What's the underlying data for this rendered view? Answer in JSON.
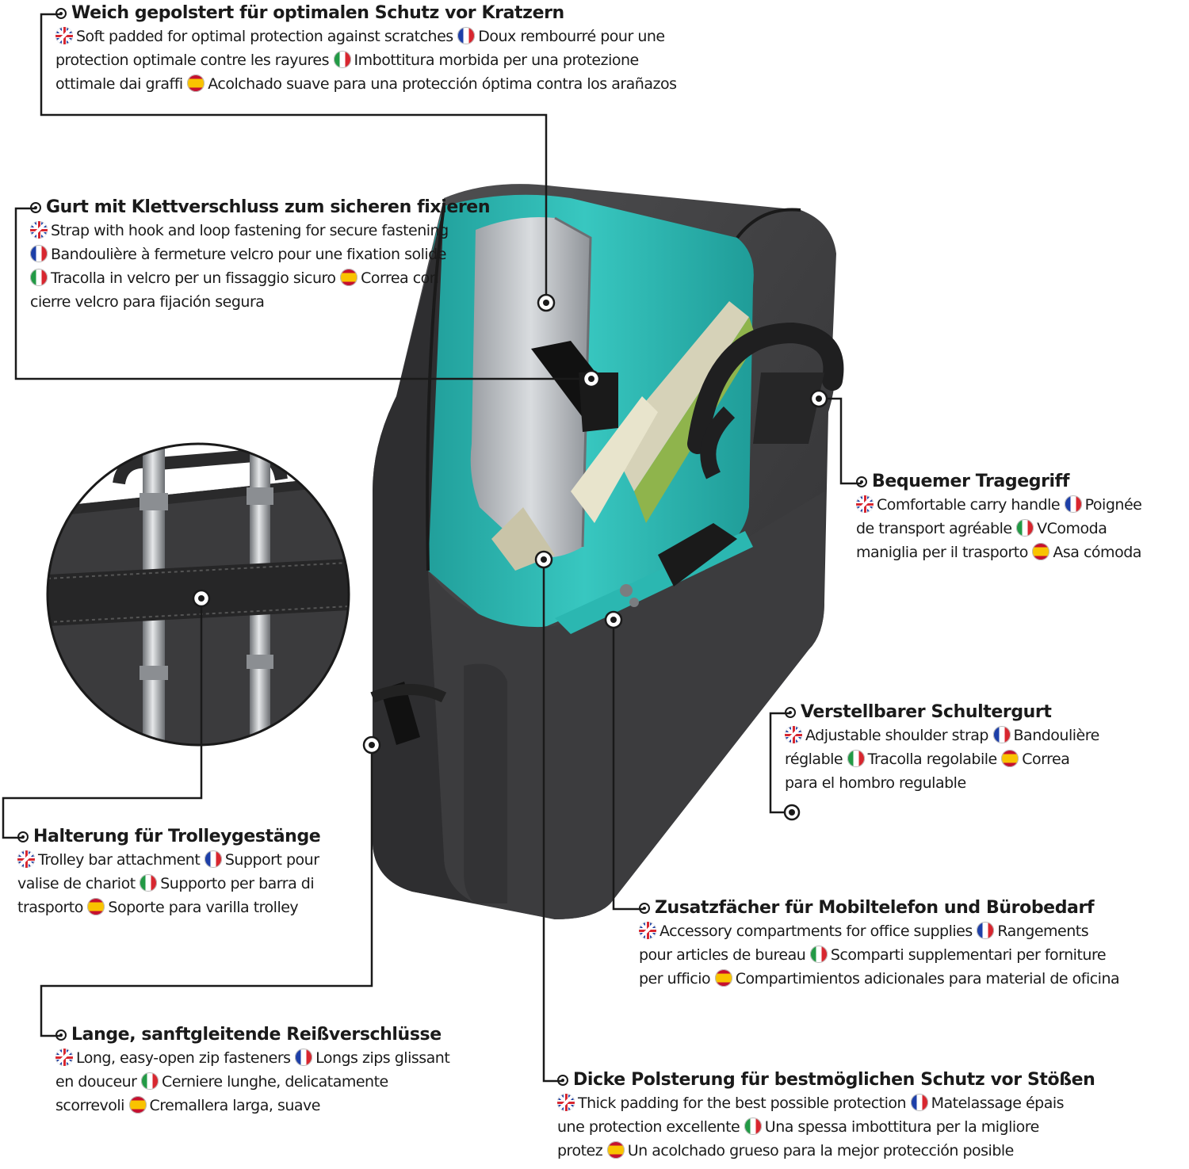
{
  "theme": {
    "line": "#1a1a1a",
    "teal": "#2bb7b1",
    "bag": "#3f3f40"
  },
  "callouts": [
    {
      "id": "padded",
      "de": "Weich gepolstert für optimalen Schutz vor Kratzern",
      "lines": [
        [
          [
            "uk",
            "Soft padded for optimal protection against scratches"
          ],
          [
            "fr",
            "Doux rembourré pour une"
          ]
        ],
        [
          [
            "",
            "protection optimale contre les rayures"
          ],
          [
            "it",
            "Imbottitura morbida per una protezione"
          ]
        ],
        [
          [
            "",
            "ottimale dai graffi"
          ],
          [
            "es",
            "Acolchado suave para una protección óptima contra los arañazos"
          ]
        ]
      ]
    },
    {
      "id": "strap",
      "de": "Gurt mit Klettverschluss zum sicheren fixieren",
      "lines": [
        [
          [
            "uk",
            "Strap with hook and loop fastening for secure fastening"
          ]
        ],
        [
          [
            "fr",
            "Bandoulière à fermeture velcro pour une fixation solide"
          ]
        ],
        [
          [
            "it",
            "Tracolla in velcro per un fissaggio sicuro"
          ],
          [
            "es",
            "Correa con"
          ]
        ],
        [
          [
            "",
            "cierre velcro para fijación segura"
          ]
        ]
      ]
    },
    {
      "id": "handle",
      "de": "Bequemer Tragegriff",
      "lines": [
        [
          [
            "uk",
            "Comfortable carry handle"
          ],
          [
            "fr",
            "Poignée"
          ]
        ],
        [
          [
            "",
            "de transport agréable"
          ],
          [
            "it",
            "VComoda"
          ]
        ],
        [
          [
            "",
            "maniglia per il trasporto"
          ],
          [
            "es",
            "Asa cómoda"
          ]
        ]
      ]
    },
    {
      "id": "shoulder",
      "de": "Verstellbarer Schultergurt",
      "lines": [
        [
          [
            "uk",
            "Adjustable shoulder strap"
          ],
          [
            "fr",
            "Bandoulière"
          ]
        ],
        [
          [
            "",
            "réglable"
          ],
          [
            "it",
            "Tracolla regolabile"
          ],
          [
            "es",
            "Correa"
          ]
        ],
        [
          [
            "",
            "para el hombro regulable"
          ]
        ]
      ]
    },
    {
      "id": "trolley",
      "de": "Halterung für Trolleygestänge",
      "lines": [
        [
          [
            "uk",
            "Trolley bar attachment"
          ],
          [
            "fr",
            "Support pour"
          ]
        ],
        [
          [
            "",
            "valise de chariot"
          ],
          [
            "it",
            "Supporto per barra di"
          ]
        ],
        [
          [
            "",
            "trasporto"
          ],
          [
            "es",
            "Soporte para varilla trolley"
          ]
        ]
      ]
    },
    {
      "id": "accessory",
      "de": "Zusatzfächer für Mobiltelefon und Bürobedarf",
      "lines": [
        [
          [
            "uk",
            "Accessory compartments for office supplies"
          ],
          [
            "fr",
            "Rangements"
          ]
        ],
        [
          [
            "",
            "pour articles de bureau"
          ],
          [
            "it",
            "Scomparti supplementari per forniture"
          ]
        ],
        [
          [
            "",
            "per ufficio"
          ],
          [
            "es",
            "Compartimientos adicionales para material de oficina"
          ]
        ]
      ]
    },
    {
      "id": "zip",
      "de": "Lange, sanftgleitende Reißverschlüsse",
      "lines": [
        [
          [
            "uk",
            "Long, easy-open zip fasteners"
          ],
          [
            "fr",
            "Longs zips glissant"
          ]
        ],
        [
          [
            "",
            "en douceur"
          ],
          [
            "it",
            "Cerniere lunghe, delicatamente"
          ]
        ],
        [
          [
            "",
            "scorrevoli"
          ],
          [
            "es",
            "Cremallera larga, suave"
          ]
        ]
      ]
    },
    {
      "id": "thick",
      "de": "Dicke Polsterung für bestmöglichen Schutz vor Stößen",
      "lines": [
        [
          [
            "uk",
            "Thick padding for the best possible protection"
          ],
          [
            "fr",
            "Matelassage épais"
          ]
        ],
        [
          [
            "",
            "une protection excellente"
          ],
          [
            "it",
            "Una spessa imbottitura per la migliore"
          ]
        ],
        [
          [
            "",
            "protez"
          ],
          [
            "es",
            "Un acolchado grueso para la mejor protección posible"
          ]
        ]
      ]
    }
  ]
}
